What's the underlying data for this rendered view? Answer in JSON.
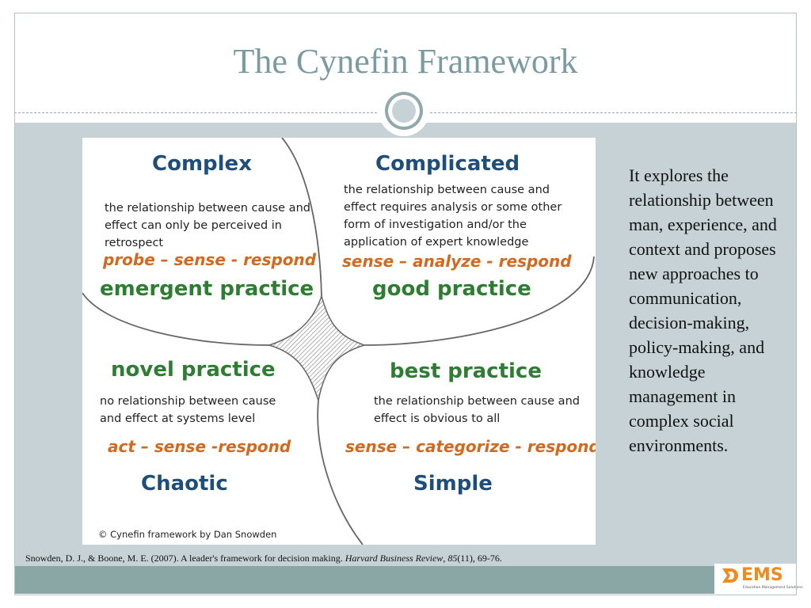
{
  "slide": {
    "title": "The Cynefin Framework",
    "description": "It explores the relationship between man, experience, and context and proposes new approaches to communication, decision-making, policy-making, and knowledge management in complex social environments.",
    "citation": {
      "text_before": "Snowden, D. J., & Boone, M. E. (2007). A leader's framework for decision making. ",
      "journal": "Harvard Business Review",
      "sep": ", ",
      "volume": "85",
      "rest": "(11), 69-76."
    }
  },
  "diagram": {
    "complex": {
      "domain": "Complex",
      "description": "the relationship between cause and effect can only be perceived in retrospect",
      "response": "probe – sense - respond",
      "practice": "emergent practice"
    },
    "complicated": {
      "domain": "Complicated",
      "description": "the relationship between cause and effect requires analysis or some other form of investigation and/or the application of expert knowledge",
      "response": "sense – analyze - respond",
      "practice": "good practice"
    },
    "chaotic": {
      "domain": "Chaotic",
      "practice": "novel practice",
      "description": "no relationship between cause and effect at systems level",
      "response": "act – sense -respond"
    },
    "simple": {
      "domain": "Simple",
      "practice": "best practice",
      "description": "the relationship between cause and effect is obvious to all",
      "response": "sense – categorize - respond"
    },
    "copyright": "© Cynefin framework by Dan Snowden"
  },
  "logo": {
    "name": "EMS",
    "tagline": "Education Management Solutions"
  },
  "colors": {
    "title": "#7b9ba1",
    "band": "#c7d2d7",
    "footer": "#8aa7a5",
    "domain": "#1f4e79",
    "practice": "#2e7d32",
    "response": "#d2691e",
    "logo": "#f08a1c"
  }
}
